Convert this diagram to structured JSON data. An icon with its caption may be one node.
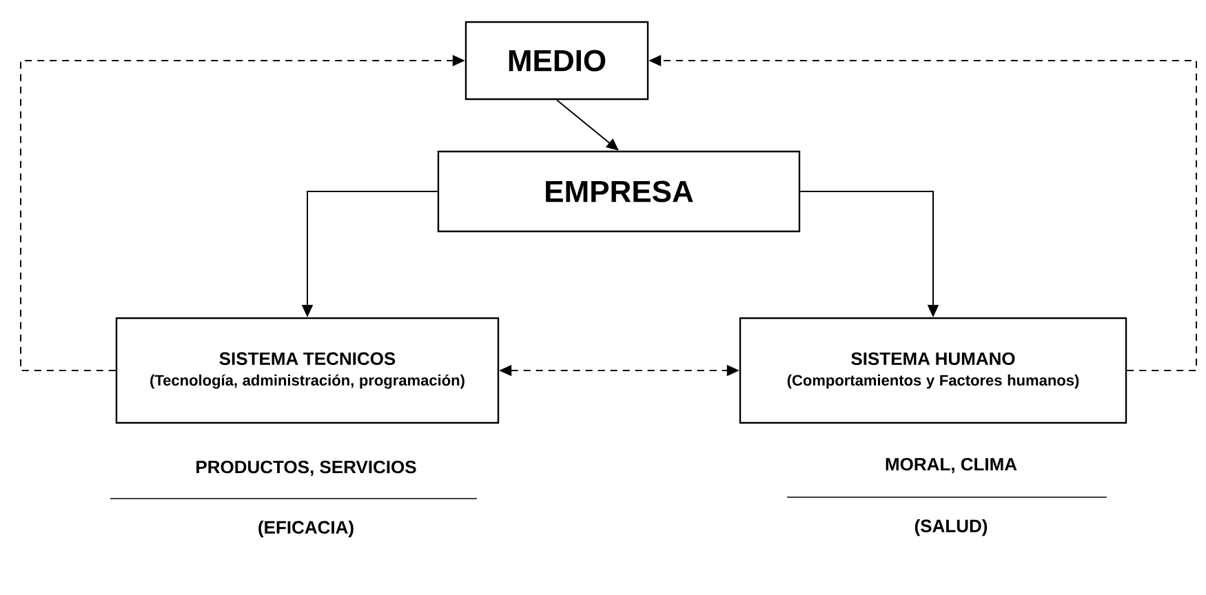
{
  "diagram": {
    "nodes": [
      {
        "text": [
          "MEDIO"
        ]
      },
      {
        "text": [
          "EMPRESA"
        ]
      },
      {
        "text": [
          "SISTEMA TECNICOS",
          "(Tecnología, administración, programación)"
        ]
      },
      {
        "text": [
          "SISTEMA HUMANO",
          "(Comportamientos y Factores humanos)"
        ]
      }
    ],
    "edges": [
      {
        "from": 0,
        "to": 1,
        "arrow": "to"
      },
      {
        "from": 1,
        "to": 2,
        "arrow": "to"
      },
      {
        "from": 1,
        "to": 3,
        "arrow": "to"
      },
      {
        "from": 2,
        "to": 3,
        "arrow": "both",
        "style": "dashed"
      },
      {
        "from": 2,
        "to": 0,
        "arrow": "to",
        "style": "dashed"
      },
      {
        "from": 3,
        "to": 0,
        "arrow": "to",
        "style": "dashed"
      }
    ],
    "labels": [
      "PRODUCTOS, SERVICIOS",
      "MORAL, CLIMA",
      "(EFICACIA)",
      "(SALUD)"
    ]
  }
}
